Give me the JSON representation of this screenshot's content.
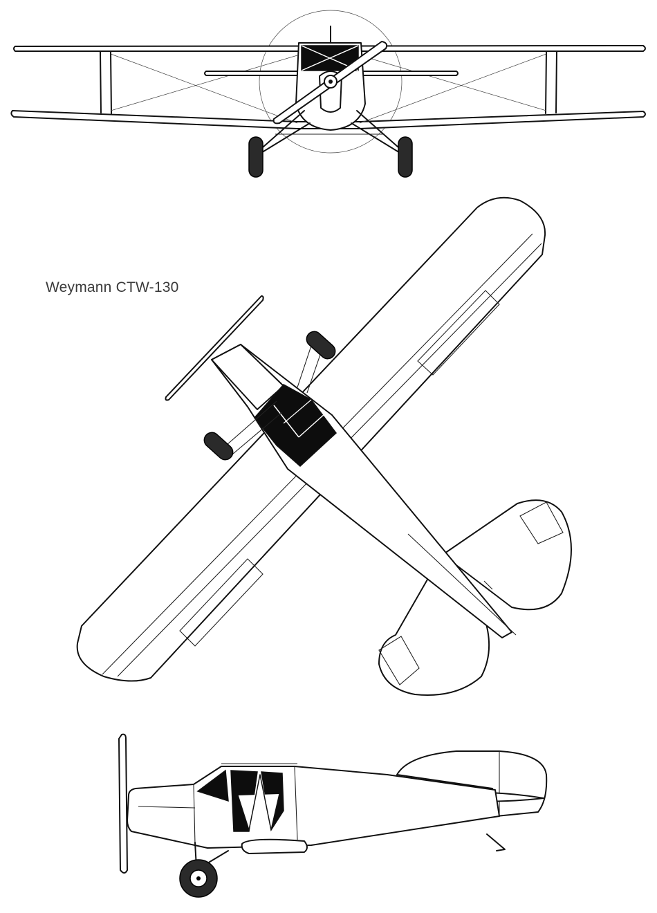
{
  "caption": "Weymann CTW-130",
  "views": [
    "front-view",
    "top-view",
    "side-view"
  ]
}
